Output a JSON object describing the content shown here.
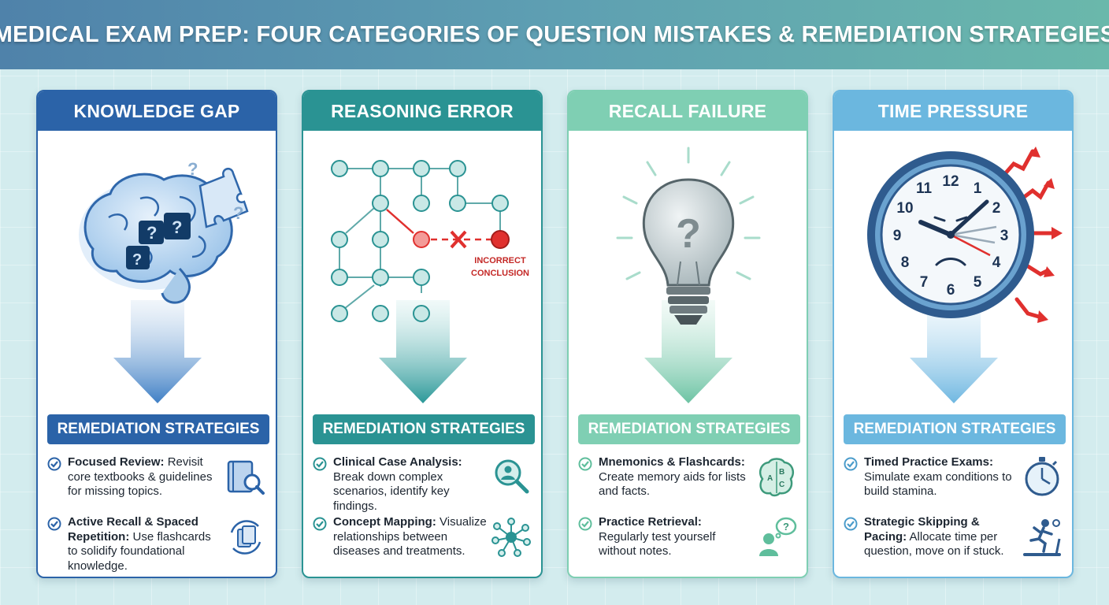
{
  "title": "MEDICAL EXAM PREP: FOUR CATEGORIES OF QUESTION MISTAKES & REMEDIATION STRATEGIES",
  "colors": {
    "knowledge": "#2b63a8",
    "reasoning": "#2a9393",
    "recall": "#7fcfb3",
    "time": "#6bb7df",
    "error_red": "#e0302e"
  },
  "cards": [
    {
      "title": "KNOWLEDGE GAP",
      "illustration": "brain-with-missing-puzzle-pieces",
      "remediation_label": "REMEDIATION STRATEGIES",
      "strategies": [
        {
          "heading": "Focused Review:",
          "text": "Revisit core textbooks & guidelines for missing topics.",
          "icon": "book-magnifier-icon"
        },
        {
          "heading": "Active Recall & Spaced Repetition:",
          "text": "Use flashcards to solidify foundational knowledge.",
          "icon": "flashcards-cycle-icon"
        }
      ]
    },
    {
      "title": "REASONING ERROR",
      "illustration": "flowchart-with-wrong-path",
      "illustration_label": "INCORRECT CONCLUSION",
      "remediation_label": "REMEDIATION STRATEGIES",
      "strategies": [
        {
          "heading": "Clinical Case Analysis:",
          "text": "Break down complex scenarios, identify key findings.",
          "icon": "magnifier-person-icon"
        },
        {
          "heading": "Concept Mapping:",
          "text": "Visualize relationships between diseases and treatments.",
          "icon": "concept-map-icon"
        }
      ]
    },
    {
      "title": "RECALL FAILURE",
      "illustration": "lightbulb-with-question-mark",
      "remediation_label": "REMEDIATION STRATEGIES",
      "strategies": [
        {
          "heading": "Mnemonics & Flashcards:",
          "text": "Create memory aids for lists and facts.",
          "icon": "brain-abc-icon"
        },
        {
          "heading": "Practice Retrieval:",
          "text": "Regularly test yourself without notes.",
          "icon": "person-thinking-icon"
        }
      ]
    },
    {
      "title": "TIME PRESSURE",
      "illustration": "worried-clock-with-arrows",
      "clock_numbers": [
        "12",
        "1",
        "2",
        "3",
        "4",
        "5",
        "6",
        "7",
        "8",
        "9",
        "10",
        "11"
      ],
      "remediation_label": "REMEDIATION STRATEGIES",
      "strategies": [
        {
          "heading": "Timed Practice Exams:",
          "text": "Simulate exam conditions to build stamina.",
          "icon": "stopwatch-icon"
        },
        {
          "heading": "Strategic Skipping & Pacing:",
          "text": "Allocate time per question, move on if stuck.",
          "icon": "runner-treadmill-icon"
        }
      ]
    }
  ]
}
